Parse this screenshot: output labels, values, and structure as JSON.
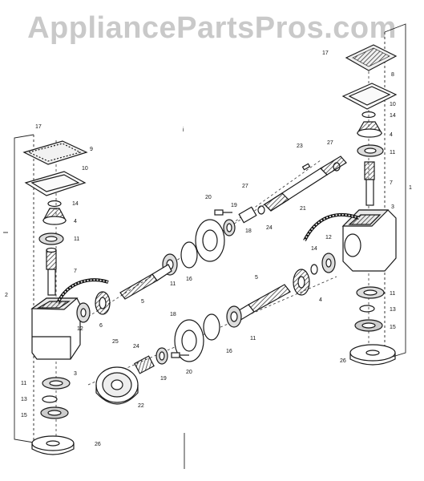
{
  "watermark": "AppliancePartsPros.com",
  "callouts": [
    {
      "id": "c17a",
      "label": "17"
    },
    {
      "id": "c9",
      "label": "9"
    },
    {
      "id": "c10a",
      "label": "10"
    },
    {
      "id": "c14a",
      "label": "14"
    },
    {
      "id": "c4a",
      "label": "4"
    },
    {
      "id": "c11a",
      "label": "11"
    },
    {
      "id": "c7a",
      "label": "7"
    },
    {
      "id": "c2",
      "label": "2"
    },
    {
      "id": "c12a",
      "label": "12"
    },
    {
      "id": "c6a",
      "label": "6"
    },
    {
      "id": "c3a",
      "label": "3"
    },
    {
      "id": "c11b",
      "label": "11"
    },
    {
      "id": "c13a",
      "label": "13"
    },
    {
      "id": "c15a",
      "label": "15"
    },
    {
      "id": "c26a",
      "label": "26"
    },
    {
      "id": "c17b",
      "label": "17"
    },
    {
      "id": "c8",
      "label": "8"
    },
    {
      "id": "c10b",
      "label": "10"
    },
    {
      "id": "c14b",
      "label": "14"
    },
    {
      "id": "c4b",
      "label": "4"
    },
    {
      "id": "c11c",
      "label": "11"
    },
    {
      "id": "c7b",
      "label": "7"
    },
    {
      "id": "c1",
      "label": "1"
    },
    {
      "id": "c3b",
      "label": "3"
    },
    {
      "id": "c11d",
      "label": "11"
    },
    {
      "id": "c13b",
      "label": "13"
    },
    {
      "id": "c15b",
      "label": "15"
    },
    {
      "id": "c26b",
      "label": "26"
    },
    {
      "id": "c23",
      "label": "23"
    },
    {
      "id": "c27a",
      "label": "27"
    },
    {
      "id": "c27b",
      "label": "27"
    },
    {
      "id": "c21",
      "label": "21"
    },
    {
      "id": "c20a",
      "label": "20"
    },
    {
      "id": "c19a",
      "label": "19"
    },
    {
      "id": "c18a",
      "label": "18"
    },
    {
      "id": "c24a",
      "label": "24"
    },
    {
      "id": "c16a",
      "label": "16"
    },
    {
      "id": "c11e",
      "label": "11"
    },
    {
      "id": "c5a",
      "label": "5"
    },
    {
      "id": "c12b",
      "label": "12"
    },
    {
      "id": "c14c",
      "label": "14"
    },
    {
      "id": "c4c",
      "label": "4"
    },
    {
      "id": "c5b",
      "label": "5"
    },
    {
      "id": "c18b",
      "label": "18"
    },
    {
      "id": "c25",
      "label": "25"
    },
    {
      "id": "c24b",
      "label": "24"
    },
    {
      "id": "c19b",
      "label": "19"
    },
    {
      "id": "c20b",
      "label": "20"
    },
    {
      "id": "c16b",
      "label": "16"
    },
    {
      "id": "c11f",
      "label": "11"
    },
    {
      "id": "c22",
      "label": "22"
    },
    {
      "id": "c1i",
      "label": "i"
    }
  ]
}
